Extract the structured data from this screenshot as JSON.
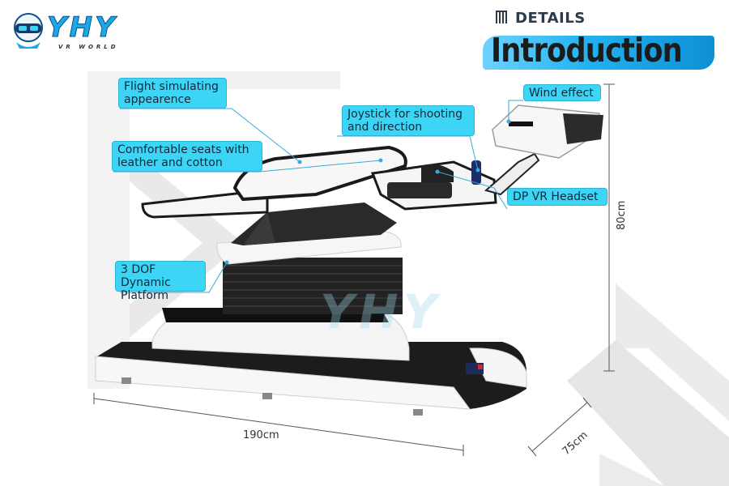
{
  "brand": {
    "name": "YHY",
    "tagline": "VR WORLD"
  },
  "header": {
    "kicker": "DETAILS",
    "title": "Introduction"
  },
  "callouts": {
    "flight": "Flight simulating appearence",
    "seats": "Comfortable seats with leather and cotton",
    "joystick": "Joystick for shooting and direction",
    "wind": "Wind effect",
    "headset": "DP VR Headset",
    "platform": "3 DOF Dynamic Platform"
  },
  "dimensions": {
    "length": "190cm",
    "height": "80cm",
    "width": "75cm"
  },
  "colors": {
    "accent": "#3dd5f5",
    "brand": "#1aa9e6",
    "dark": "#1e1e1e"
  }
}
